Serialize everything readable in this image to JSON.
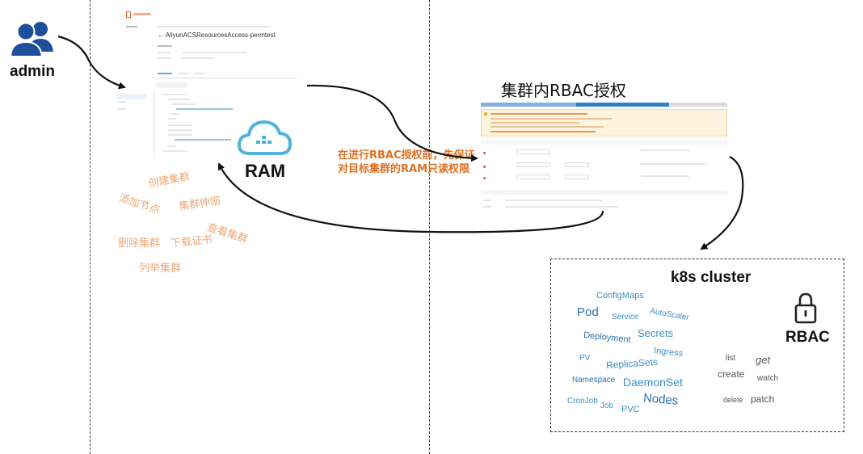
{
  "left_panel": {
    "admin_label": "admin",
    "title": "阿里云资源授权",
    "console_policy_name": "AliyunACSResourcesAccess-permtest",
    "ram_label": "RAM",
    "operations": [
      "创建集群",
      "添加节点",
      "集群伸缩",
      "查看集群",
      "删除集群",
      "下载证书",
      "列举集群"
    ]
  },
  "middle": {
    "note": "在进行RBAC授权前，先保证对目标集群的RAM只读权限"
  },
  "right_panel": {
    "title": "集群内RBAC授权"
  },
  "k8s_cluster": {
    "title": "k8s cluster",
    "rbac_label": "RBAC",
    "resources": [
      "ConfigMaps",
      "Pod",
      "Service",
      "AutoScaler",
      "Deployment",
      "Secrets",
      "Ingress",
      "PV",
      "ReplicaSets",
      "Namespace",
      "DaemonSet",
      "CronJob",
      "Job",
      "Nodes",
      "PVC"
    ],
    "verbs": [
      "list",
      "get",
      "create",
      "watch",
      "delete",
      "patch"
    ]
  },
  "colors": {
    "note_orange": "#e07020",
    "operation_peach": "#f0a878",
    "resource_blue": "#3a8ec7",
    "icon_blue": "#1f4e9c",
    "cloud_blue": "#4fb3d9"
  },
  "icons": [
    "users-icon",
    "cloud-icon",
    "lock-icon"
  ]
}
